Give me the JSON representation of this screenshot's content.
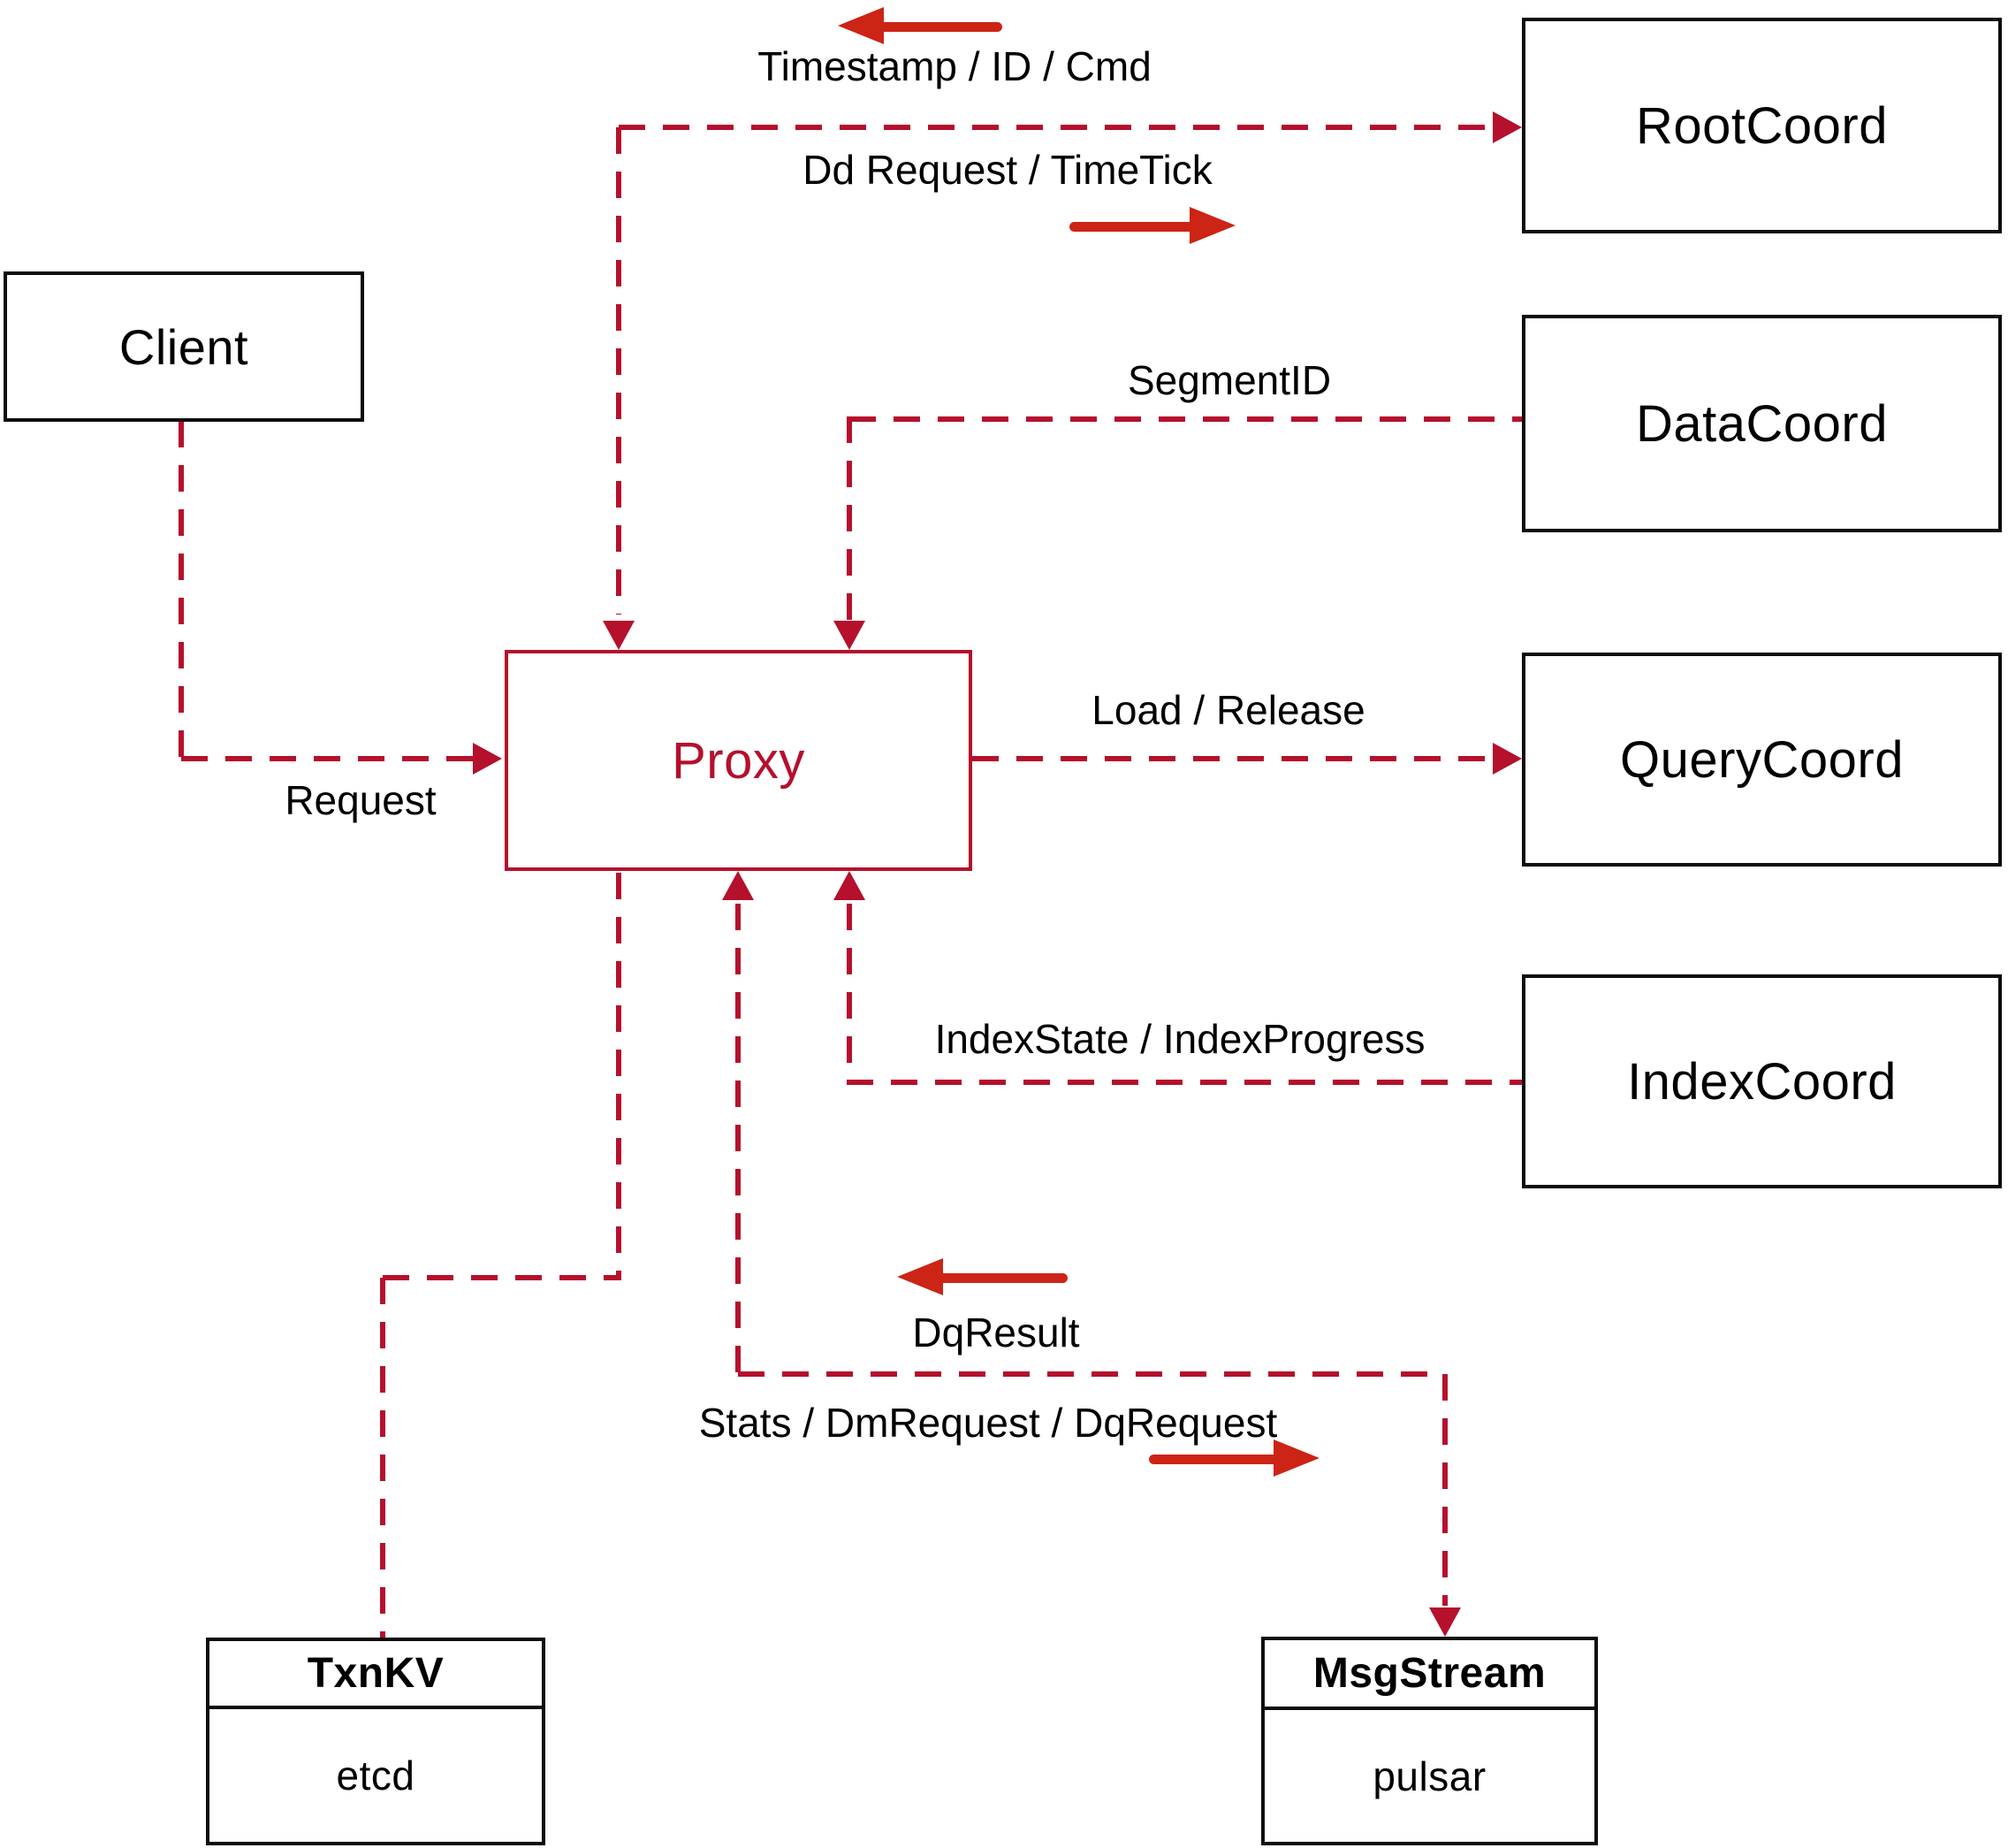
{
  "diagram": {
    "nodes": {
      "client": {
        "label": "Client"
      },
      "proxy": {
        "label": "Proxy"
      },
      "rootcoord": {
        "label": "RootCoord"
      },
      "datacoord": {
        "label": "DataCoord"
      },
      "querycoord": {
        "label": "QueryCoord"
      },
      "indexcoord": {
        "label": "IndexCoord"
      },
      "txnkv": {
        "title": "TxnKV",
        "subtitle": "etcd"
      },
      "msgstream": {
        "title": "MsgStream",
        "subtitle": "pulsar"
      }
    },
    "edges": [
      {
        "from": "Proxy",
        "to": "RootCoord",
        "style": "dashed",
        "arrows": "both",
        "labels": [
          "Timestamp / ID / Cmd",
          "Dd Request / TimeTick"
        ]
      },
      {
        "from": "DataCoord",
        "to": "Proxy",
        "style": "dashed",
        "arrows": "into-proxy",
        "labels": [
          "SegmentID"
        ]
      },
      {
        "from": "Proxy",
        "to": "QueryCoord",
        "style": "dashed",
        "arrows": "into-querycoord",
        "labels": [
          "Load / Release"
        ]
      },
      {
        "from": "IndexCoord",
        "to": "Proxy",
        "style": "dashed",
        "arrows": "into-proxy",
        "labels": [
          "IndexState / IndexProgress"
        ]
      },
      {
        "from": "Client",
        "to": "Proxy",
        "style": "dashed",
        "arrows": "into-proxy",
        "labels": [
          "Request"
        ]
      },
      {
        "from": "Proxy",
        "to": "TxnKV",
        "style": "dashed",
        "arrows": "none",
        "labels": []
      },
      {
        "from": "Proxy",
        "to": "MsgStream",
        "style": "dashed",
        "arrows": "both",
        "labels": [
          "DqResult",
          "Stats / DmRequest / DqRequest"
        ]
      }
    ],
    "colors": {
      "connector": "#b5102c",
      "annotation_arrow": "#cc2415",
      "node_border": "#0d0d0d",
      "text": "#000000",
      "background": "#ffffff"
    }
  }
}
